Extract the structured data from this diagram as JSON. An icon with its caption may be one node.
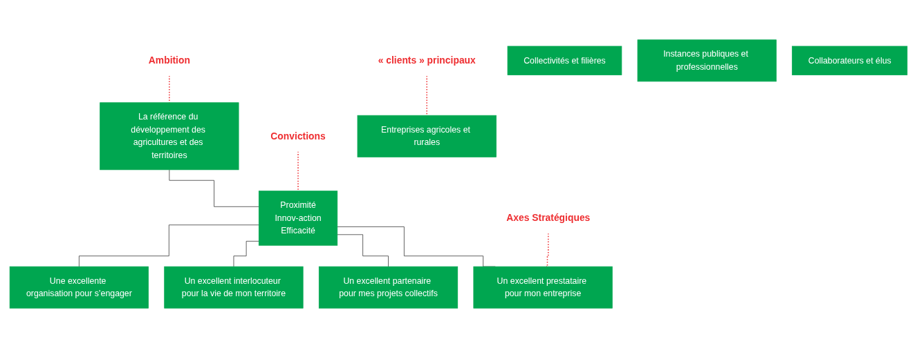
{
  "diagram": {
    "nodes": [
      {
        "text": [
          "Ambition"
        ]
      },
      {
        "text": [
          "La référence du développement des agricultures et des territoires"
        ]
      },
      {
        "text": [
          "Convictions"
        ]
      },
      {
        "text": [
          "Proximité",
          "Innov-action",
          "Efficacité"
        ]
      },
      {
        "text": [
          "Axes Stratégiques"
        ]
      },
      {
        "text": [
          "Un excellent prestataire pour mon entreprise"
        ]
      },
      {
        "text": [
          "Un excellent partenaire pour mes projets collectifs"
        ]
      },
      {
        "text": [
          "Un excellent interlocuteur pour la vie de mon territoire"
        ]
      },
      {
        "text": [
          "Une excellente organisation pour s’engager"
        ]
      },
      {
        "text": [
          "« clients » principaux"
        ]
      },
      {
        "text": [
          "Entreprises agricoles et rurales"
        ]
      },
      {
        "text": [
          "Collectivités et filières"
        ]
      },
      {
        "text": [
          "Instances publiques et professionnelles"
        ]
      },
      {
        "text": [
          "Collaborateurs et élus"
        ]
      }
    ],
    "edges": [
      {
        "from": 0,
        "to": 1,
        "arrow": "none",
        "style": "dashed",
        "color": "#ee2e31"
      },
      {
        "from": 1,
        "to": 3,
        "arrow": "none"
      },
      {
        "from": 2,
        "to": 3,
        "arrow": "none",
        "style": "dashed",
        "color": "#ee2e31"
      },
      {
        "from": 3,
        "to": 5,
        "arrow": "none"
      },
      {
        "from": 3,
        "to": 6,
        "arrow": "none"
      },
      {
        "from": 3,
        "to": 7,
        "arrow": "none"
      },
      {
        "from": 3,
        "to": 8,
        "arrow": "none"
      },
      {
        "from": 4,
        "to": 5,
        "arrow": "none",
        "style": "dashed",
        "color": "#ee2e31"
      },
      {
        "from": 9,
        "to": 10,
        "arrow": "none",
        "style": "dashed",
        "color": "#ee2e31"
      }
    ]
  }
}
